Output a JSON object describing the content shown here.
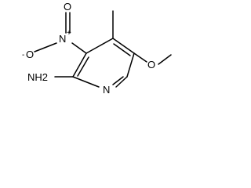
{
  "molecule": {
    "atoms": {
      "ring_nitrogen": "N",
      "nitro_nitrogen": "N",
      "nitro_oxygen_double": "O",
      "nitro_oxygen_single": "O",
      "nitro_charge_plus": "+",
      "nitro_charge_minus": "-",
      "amine": "NH2",
      "methoxy_oxygen": "O"
    }
  }
}
